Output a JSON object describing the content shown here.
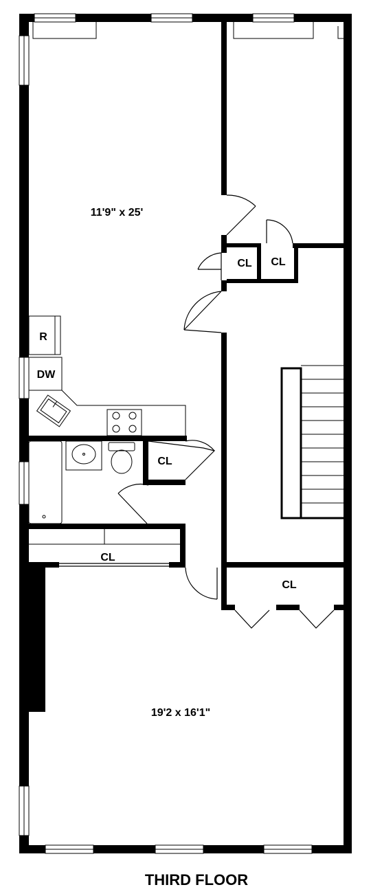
{
  "plan": {
    "title": "THIRD FLOOR",
    "rooms": {
      "bedroom_dims": "11'9\" x 25'",
      "living_dims": "19'2 x 16'1\""
    },
    "labels": {
      "cl_top_left": "CL",
      "cl_top_right": "CL",
      "cl_bath": "CL",
      "cl_hall": "CL",
      "cl_right": "CL",
      "refrigerator": "R",
      "dishwasher": "DW"
    }
  }
}
